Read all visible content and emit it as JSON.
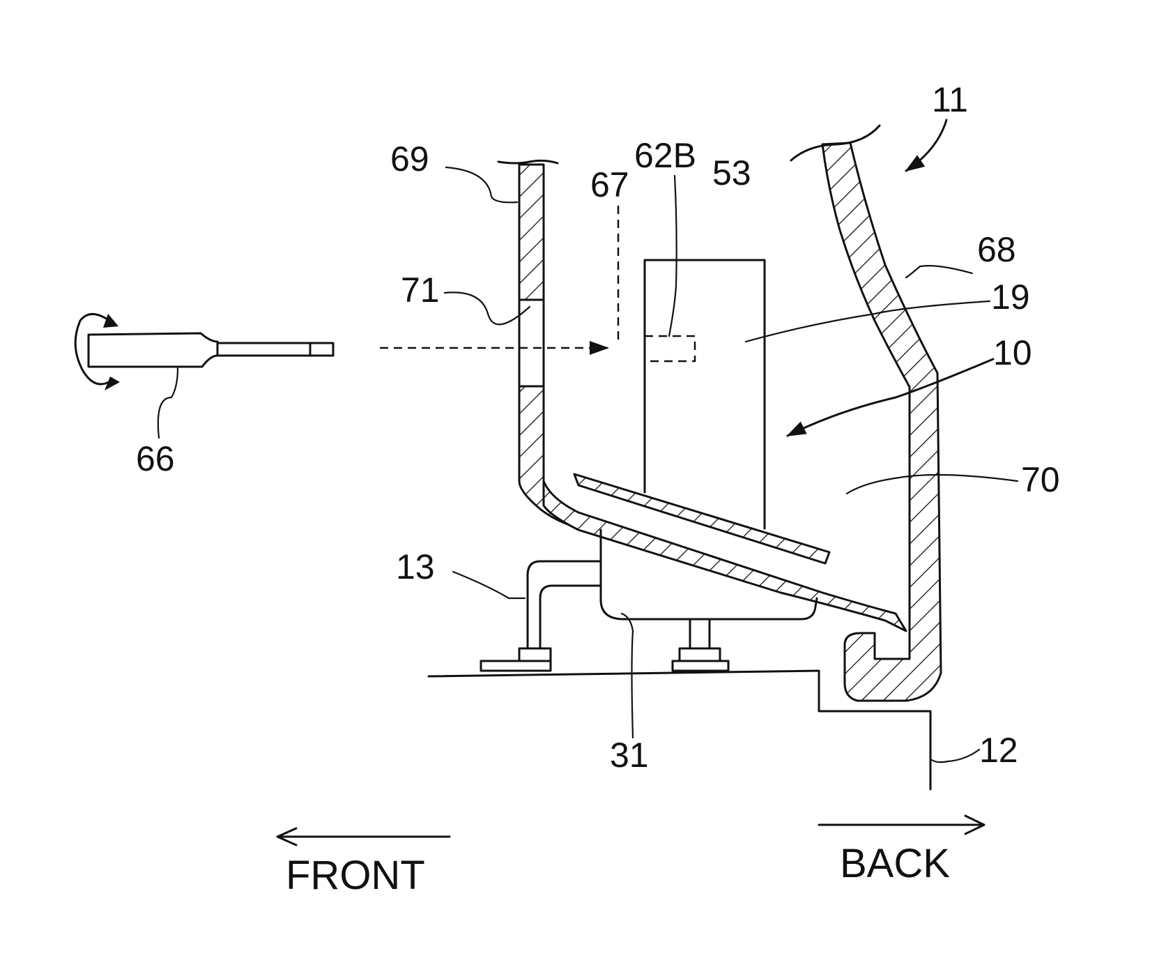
{
  "figure": {
    "reference_numerals": {
      "housing_assembly": "11",
      "rear_wall": "68",
      "front_wall": "69",
      "opening": "71",
      "hole_dashed": "67",
      "part_62b": "62B",
      "unit": "53",
      "unit_body": "19",
      "module": "10",
      "space": "70",
      "bracket": "13",
      "base_unit": "31",
      "panel": "12",
      "tool": "66"
    },
    "directions": {
      "front": "FRONT",
      "back": "BACK"
    }
  }
}
